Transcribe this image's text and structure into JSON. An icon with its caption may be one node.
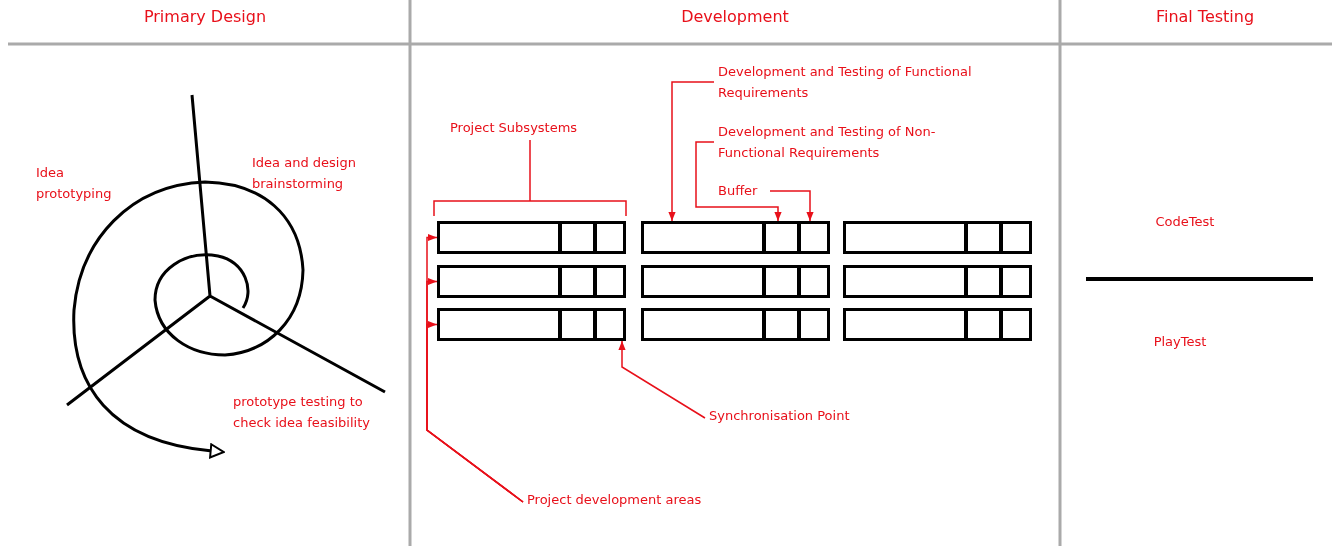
{
  "diagram": {
    "nodes": [
      {
        "text": [
          "Development and Testing of Functional Requirements"
        ]
      },
      {
        "text": [
          "Development and Testing of Non-Functional Requirements"
        ]
      },
      {
        "text": [
          "Buffer"
        ]
      },
      {
        "text": [],
        "shape": "bar"
      },
      {
        "text": [],
        "shape": "bar"
      },
      {
        "text": [],
        "shape": "bar"
      },
      {
        "text": [],
        "shape": "bar"
      },
      {
        "text": [],
        "shape": "bar"
      },
      {
        "text": [],
        "shape": "bar"
      },
      {
        "text": [],
        "shape": "bar"
      },
      {
        "text": [],
        "shape": "bar"
      },
      {
        "text": [],
        "shape": "bar"
      },
      {
        "text": [
          "Synchronisation Point"
        ]
      },
      {
        "text": [
          "Project development areas"
        ]
      }
    ],
    "edges": [
      {
        "from": 0,
        "to": 4,
        "arrow": "to"
      },
      {
        "from": 1,
        "to": 4,
        "arrow": "to"
      },
      {
        "from": 2,
        "to": 4,
        "arrow": "to"
      },
      {
        "from": 12,
        "to": 9,
        "arrow": "to"
      },
      {
        "from": 13,
        "to": 3,
        "arrow": "to"
      },
      {
        "from": 13,
        "to": 6,
        "arrow": "to"
      },
      {
        "from": 13,
        "to": 9,
        "arrow": "to"
      }
    ],
    "labels": [
      "Primary Design",
      "Development",
      "Final Testing",
      "Idea prototyping",
      "Idea and design brainstorming",
      "prototype testing to check idea feasibility",
      "Project Subsystems",
      "CodeTest",
      "PlayTest"
    ]
  }
}
